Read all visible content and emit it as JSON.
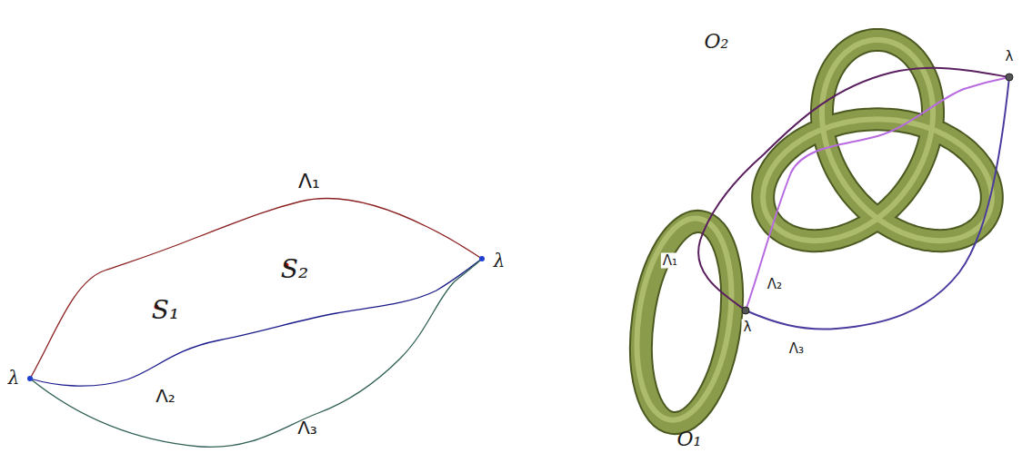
{
  "diagram": {
    "labels": [
      "Λ₁",
      "λ",
      "S₂",
      "S₁",
      "λ",
      "Λ₂",
      "Λ₃",
      "O₂",
      "λ",
      "Λ₁",
      "Λ₂",
      "λ",
      "Λ₃",
      "O₁"
    ]
  }
}
